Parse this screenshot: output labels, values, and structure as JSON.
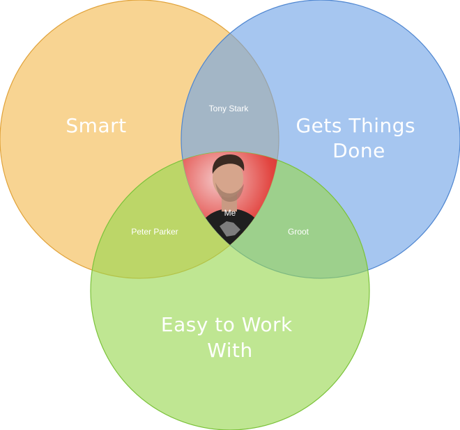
{
  "diagram": {
    "sets": {
      "smart": {
        "label_lines": [
          "Smart"
        ],
        "fill": "#F4B84A",
        "stroke": "#E0A23A"
      },
      "gets_things_done": {
        "label_lines": [
          "Gets Things",
          "Done"
        ],
        "fill": "#6FA3E6",
        "stroke": "#4F86D0"
      },
      "easy_to_work_with": {
        "label_lines": [
          "Easy to Work",
          "With"
        ],
        "fill": "#97D64F",
        "stroke": "#7BC23A"
      }
    },
    "intersections": {
      "smart_gets_things_done": "Tony Stark",
      "smart_easy_to_work_with": "Peter Parker",
      "gets_things_done_easy_to_work_with": "Groot",
      "all_three": "Me"
    }
  }
}
